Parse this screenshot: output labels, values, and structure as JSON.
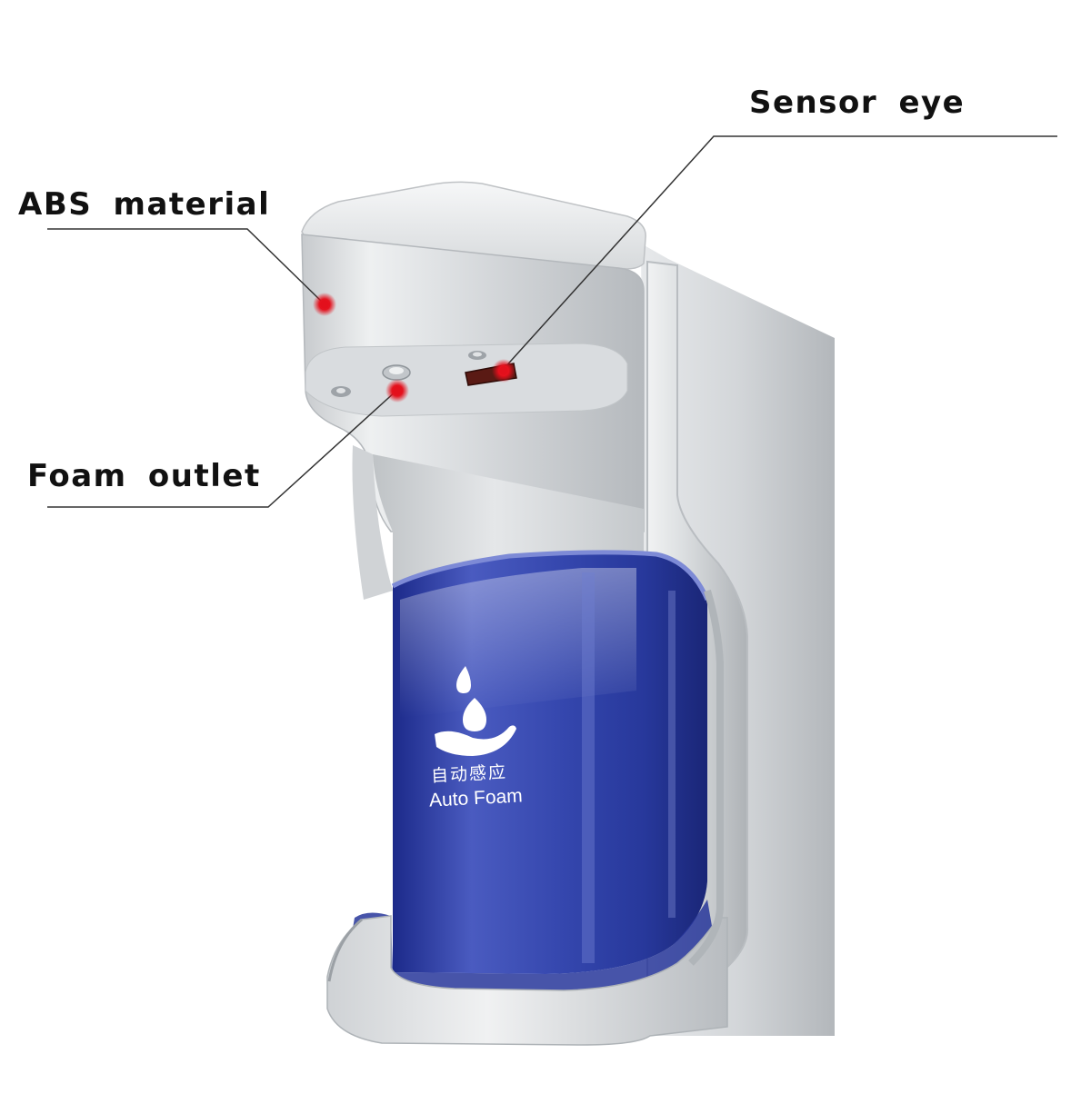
{
  "callouts": {
    "abs_material": "ABS material",
    "sensor_eye": "Sensor eye",
    "foam_outlet": "Foam outlet"
  },
  "product": {
    "label_cn": "自动感应",
    "label_en": "Auto Foam",
    "icon": "hand-drop-icon"
  },
  "colors": {
    "marker": "#e3101c",
    "leader_line": "#333333",
    "body_silver": "#c9cccf",
    "tank_blue": "#2a3a9c"
  }
}
